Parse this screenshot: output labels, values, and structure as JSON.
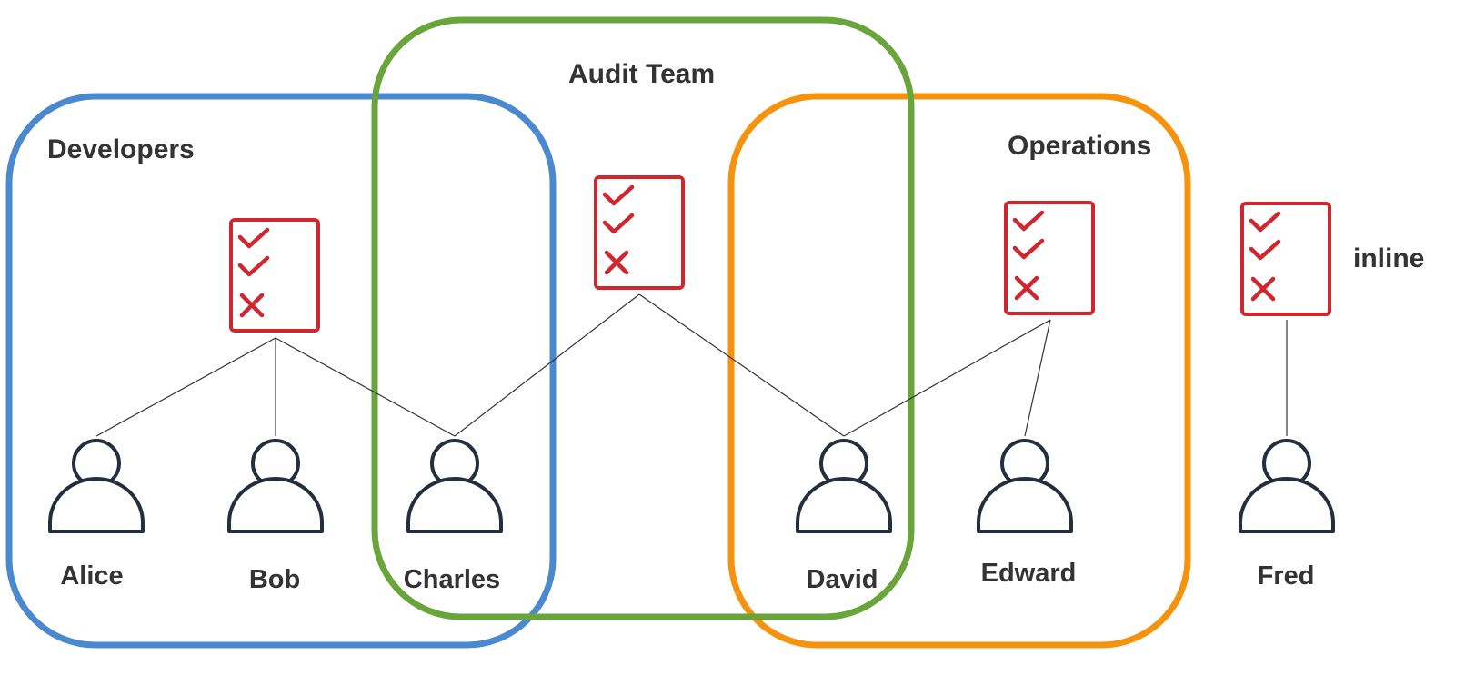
{
  "groups": {
    "developers": {
      "label": "Developers",
      "color": "#4a89d0"
    },
    "audit_team": {
      "label": "Audit Team",
      "color": "#6aa53b"
    },
    "operations": {
      "label": "Operations",
      "color": "#f5930e"
    }
  },
  "users": [
    {
      "id": "alice",
      "name": "Alice"
    },
    {
      "id": "bob",
      "name": "Bob"
    },
    {
      "id": "charles",
      "name": "Charles"
    },
    {
      "id": "david",
      "name": "David"
    },
    {
      "id": "edward",
      "name": "Edward"
    },
    {
      "id": "fred",
      "name": "Fred"
    }
  ],
  "policies": {
    "developers": {
      "items": [
        "check",
        "check",
        "cross"
      ]
    },
    "audit_team": {
      "items": [
        "check",
        "check",
        "cross"
      ]
    },
    "operations": {
      "items": [
        "check",
        "check",
        "cross"
      ]
    },
    "inline": {
      "label": "inline",
      "items": [
        "check",
        "check",
        "cross"
      ]
    }
  },
  "colors": {
    "policy": "#d0262e",
    "user": "#232f3e",
    "text": "#333333",
    "line": "#333333"
  }
}
